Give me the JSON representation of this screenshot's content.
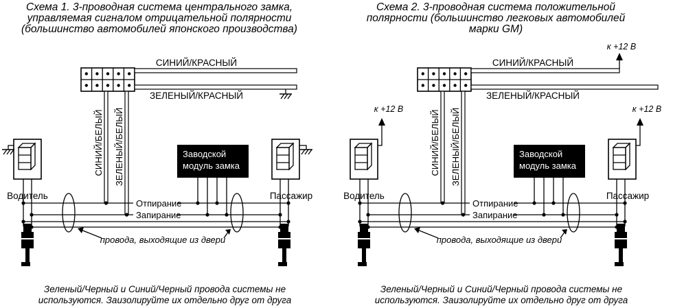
{
  "colors": {
    "line": "#000000",
    "background": "#ffffff",
    "module_bg": "#000000",
    "module_text": "#ffffff",
    "text": "#000000"
  },
  "scheme1": {
    "title": [
      "Схема 1. 3-проводная система центрального замка,",
      "управляемая сигналом отрицательной полярности",
      "(большинство автомобилей японского производства)"
    ],
    "labels": {
      "wire_blue_red": "СИНИЙ/КРАСНЫЙ",
      "wire_green_red": "ЗЕЛЕНЫЙ/КРАСНЫЙ",
      "wire_blue_white": "СИНИЙ/БЕЛЫЙ",
      "wire_green_white": "ЗЕЛЕНЫЙ/БЕЛЫЙ",
      "module": [
        "Заводской",
        "модуль замка"
      ],
      "unlock": "Отпирание",
      "lock": "Запирание",
      "driver": "Водитель",
      "passenger": "Пассажир",
      "door_note": "провода, выходящие из двери"
    },
    "footnote": [
      "Зеленый/Черный и Синий/Черный провода системы не",
      "используются. Заизолируйте их отдельно друг от друга"
    ]
  },
  "scheme2": {
    "title": [
      "Схема 2. 3-проводная система положительной",
      "полярности (большинство легковых автомобилей",
      "марки GM)"
    ],
    "labels": {
      "wire_blue_red": "СИНИЙ/КРАСНЫЙ",
      "wire_green_red": "ЗЕЛЕНЫЙ/КРАСНЫЙ",
      "wire_blue_white": "СИНИЙ/БЕЛЫЙ",
      "wire_green_white": "ЗЕЛЕНЫЙ/БЕЛЫЙ",
      "module": [
        "Заводской",
        "модуль замка"
      ],
      "unlock": "Отпирание",
      "lock": "Запирание",
      "driver": "Водитель",
      "passenger": "Пассажир",
      "door_note": "провода, выходящие из двери",
      "plus12_top": "к +12 В",
      "plus12_driver": "к +12 В",
      "plus12_passenger": "к +12 В"
    },
    "footnote": [
      "Зеленый/Черный и Синий/Черный провода системы не",
      "используются. Заизолируйте их отдельно друг от друга"
    ]
  }
}
